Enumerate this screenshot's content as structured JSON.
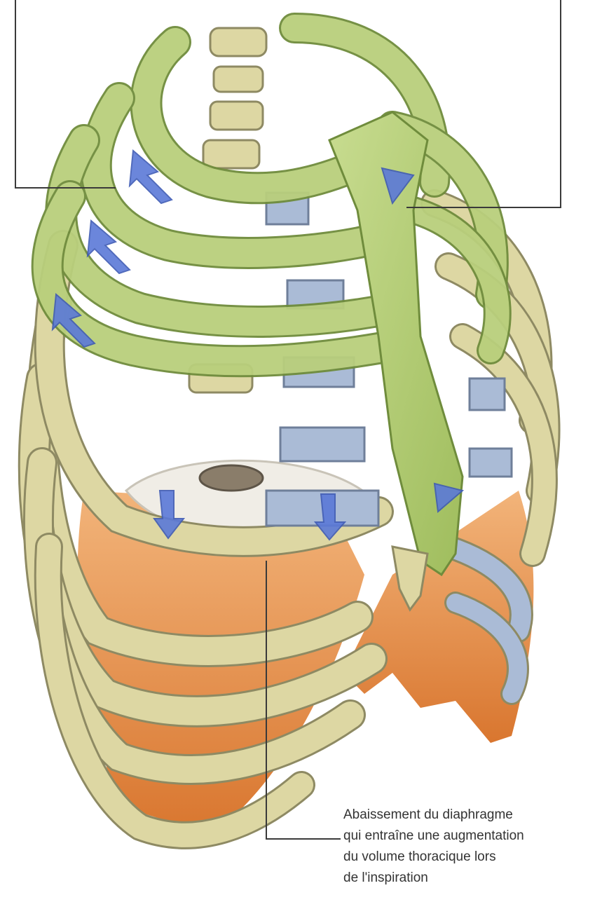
{
  "labels": {
    "diaphragm": {
      "lines": [
        "Abaissement du diaphragme",
        "qui entraîne une augmentation",
        "du volume thoracique lors",
        "de l'inspiration"
      ]
    }
  },
  "colors": {
    "upper_ribs": "#b9cf7c",
    "lower_ribs": "#ddd7a3",
    "cartilage": "#aabbd6",
    "diaphragm": "#e58a45",
    "arrows": "#5b79d8",
    "leader_lines": "#3a3a3a"
  },
  "icons": [
    "inspiration-arrow-icon"
  ]
}
